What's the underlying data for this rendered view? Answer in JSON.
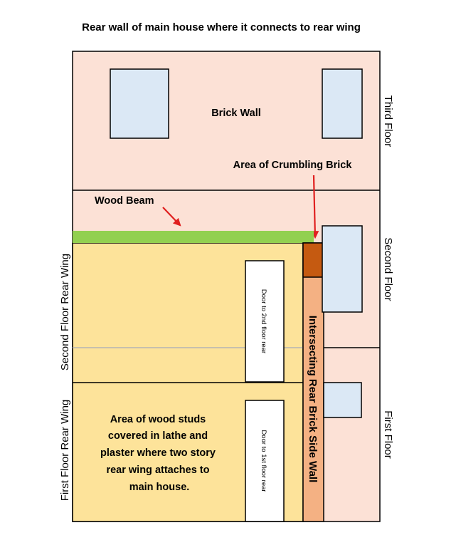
{
  "title": "Rear wall of main house where it connects to rear wing",
  "labels": {
    "brick_wall": "Brick Wall",
    "crumbling_brick": "Area of Crumbling Brick",
    "wood_beam": "Wood Beam",
    "intersecting_wall": "Intersecting Rear Brick Side Wall",
    "door_2nd": "Door to 2nd floor rear",
    "door_1st": "Door to 1st floor rear",
    "wood_studs": [
      "Area of wood studs",
      "covered in lathe and",
      "plaster where two story",
      "rear wing attaches to",
      "main house."
    ]
  },
  "floors": {
    "third": "Third Floor",
    "second": "Second Floor",
    "first": "First Floor",
    "second_rear_wing": "Second Floor Rear Wing",
    "first_rear_wing": "First Floor Rear Wing"
  },
  "colors": {
    "brick_wall": "#fce1d6",
    "window": "#dbe8f5",
    "rear_wing": "#fde39a",
    "wood_beam": "#92d050",
    "crumbling_brick": "#c55a11",
    "side_wall": "#f4b183",
    "arrow": "#e02020"
  }
}
